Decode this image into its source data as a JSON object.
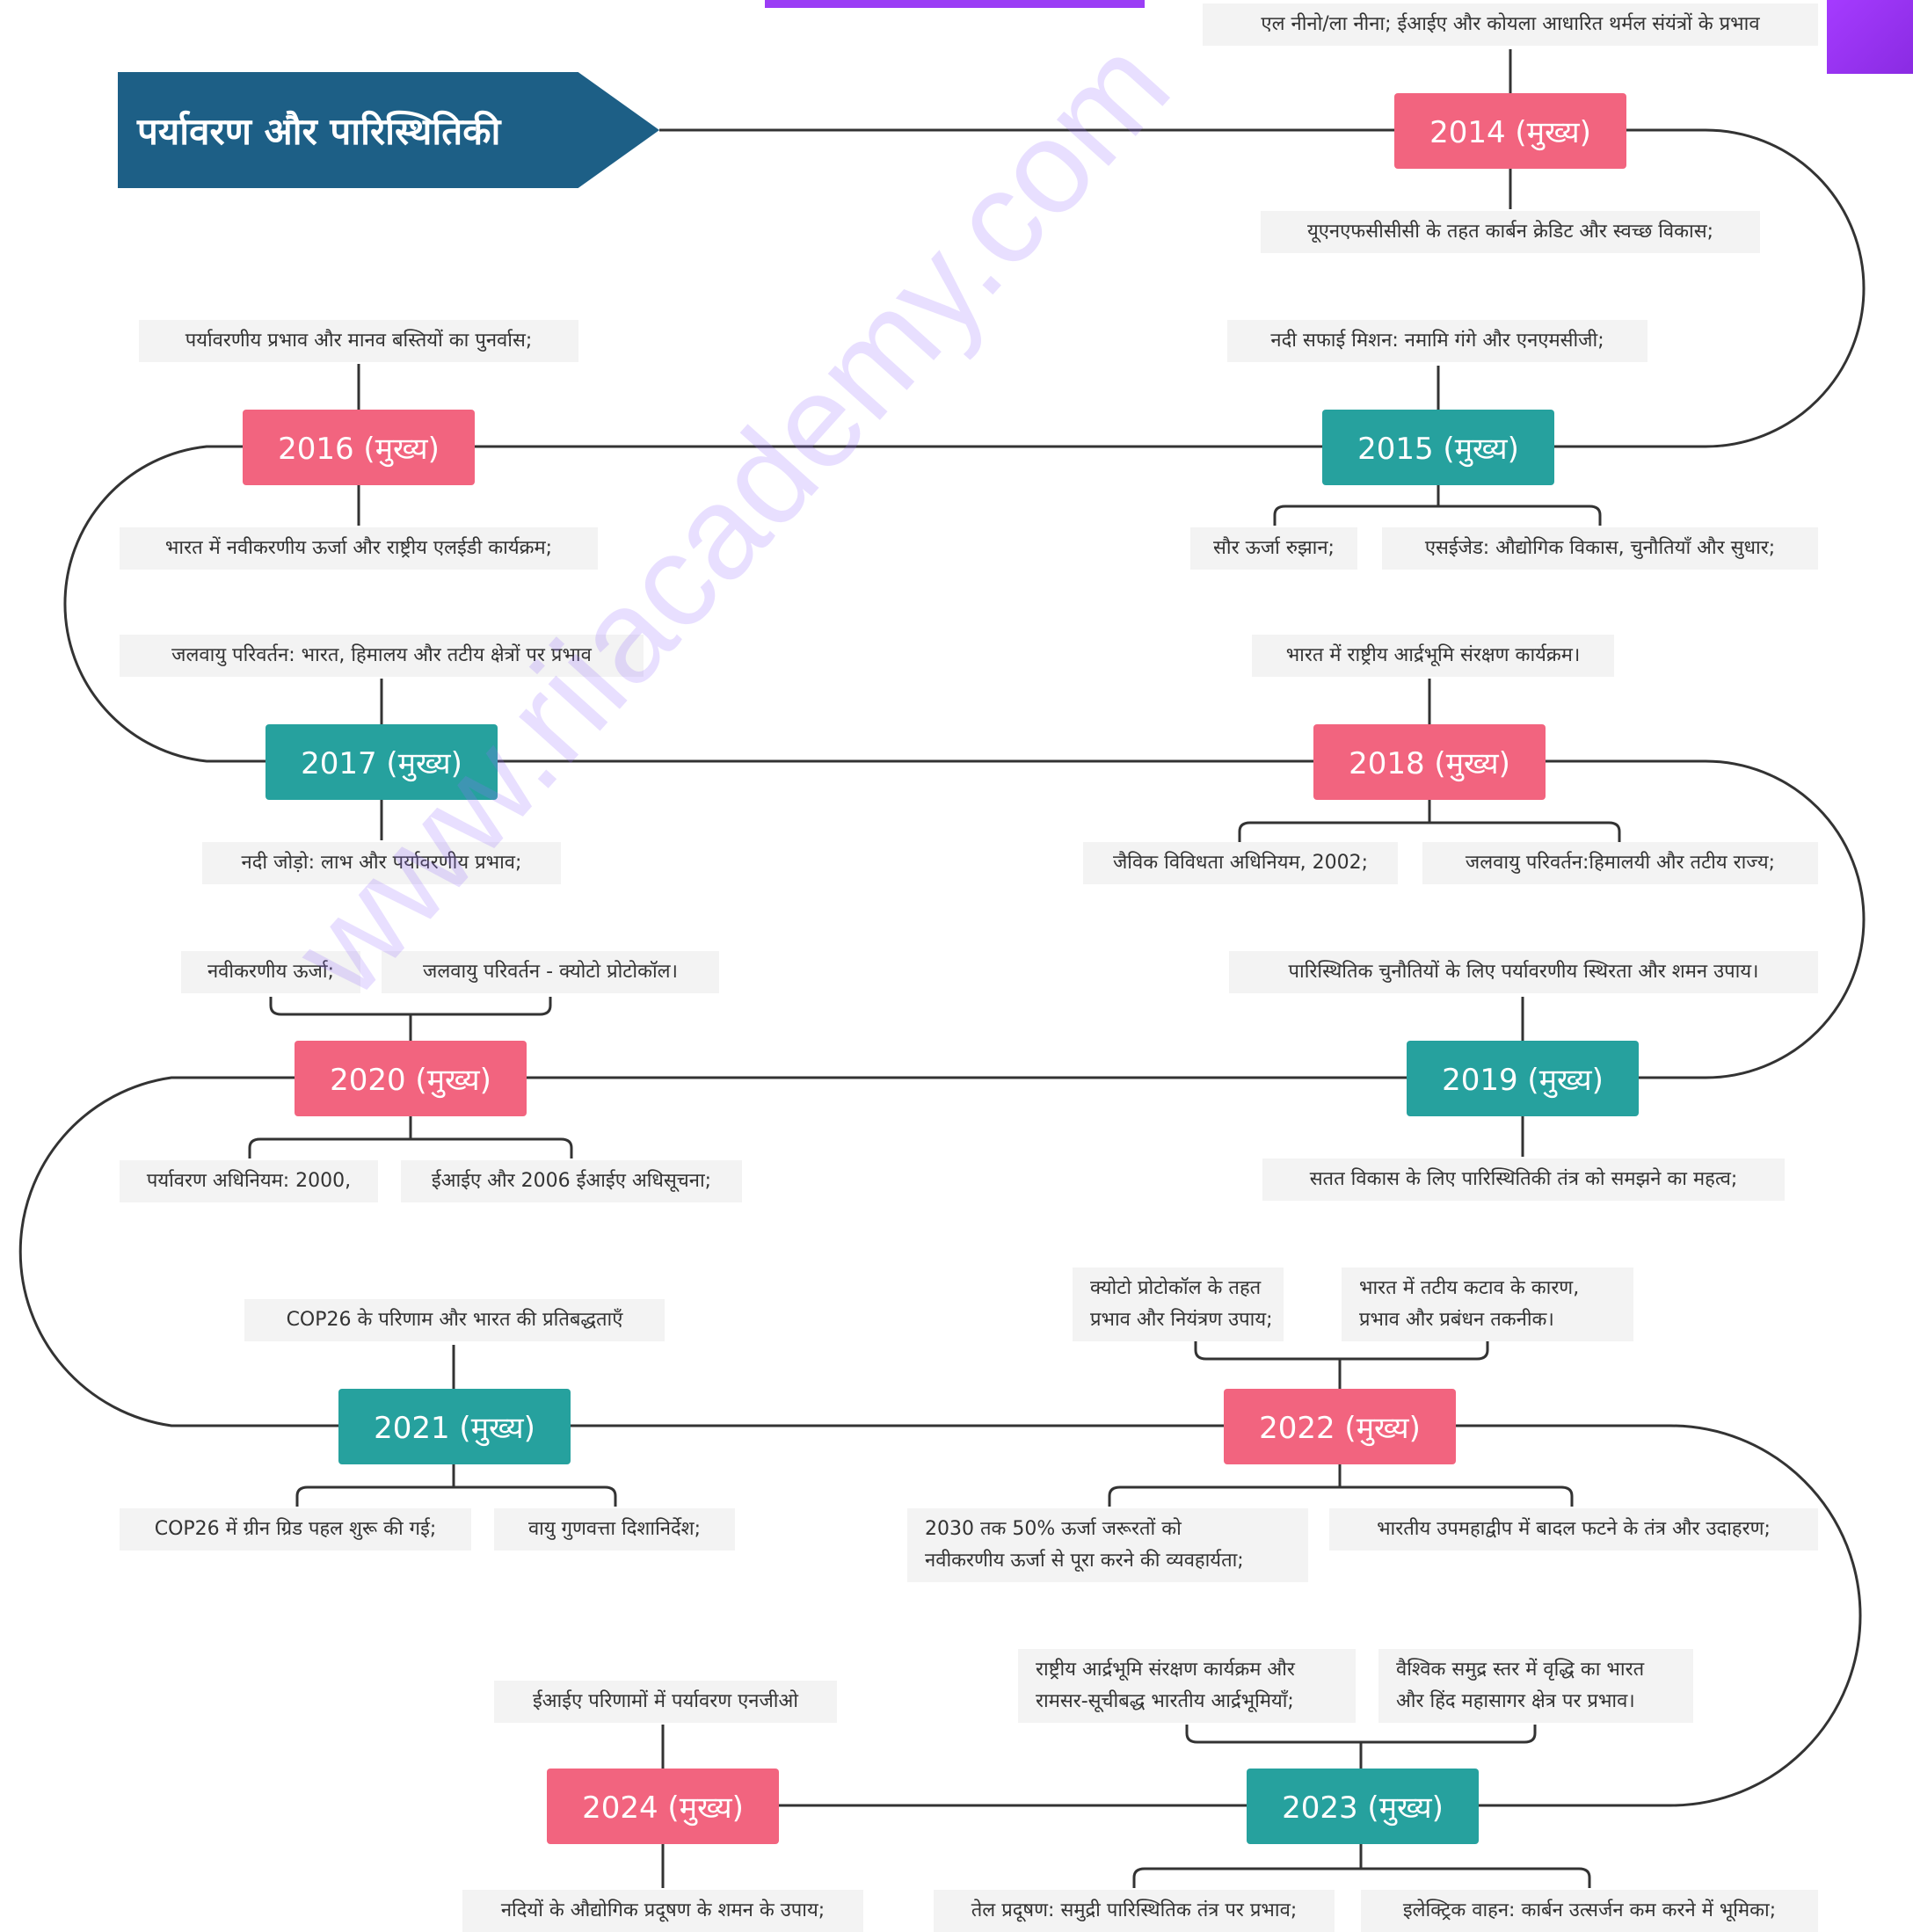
{
  "title": "पर्यावरण और पारिस्थितिकी",
  "watermark": "www.riiacademy.com",
  "colors": {
    "title_bg": "#1d5f86",
    "pink": "#f2647f",
    "teal": "#26a19e",
    "topic_bg": "#f3f3f3",
    "line": "#333333"
  },
  "years": {
    "y2014": "2014 (मुख्य)",
    "y2015": "2015 (मुख्य)",
    "y2016": "2016 (मुख्य)",
    "y2017": "2017 (मुख्य)",
    "y2018": "2018 (मुख्य)",
    "y2019": "2019 (मुख्य)",
    "y2020": "2020 (मुख्य)",
    "y2021": "2021 (मुख्य)",
    "y2022": "2022 (मुख्य)",
    "y2023": "2023 (मुख्य)",
    "y2024": "2024 (मुख्य)"
  },
  "topics": {
    "t2014a": "एल नीनो/ला नीना; ईआईए और कोयला आधारित थर्मल संयंत्रों के प्रभाव",
    "t2014b": "यूएनएफसीसीसी के तहत कार्बन क्रेडिट और स्वच्छ विकास;",
    "t2015a": "नदी सफाई मिशन: नमामि गंगे और एनएमसीजी;",
    "t2015b": "सौर ऊर्जा रुझान;",
    "t2015c": "एसईजेड: औद्योगिक विकास, चुनौतियाँ और सुधार;",
    "t2016a": "पर्यावरणीय प्रभाव और मानव बस्तियों का पुनर्वास;",
    "t2016b": "भारत में नवीकरणीय ऊर्जा और राष्ट्रीय एलईडी कार्यक्रम;",
    "t2017a": "जलवायु परिवर्तन: भारत, हिमालय और तटीय क्षेत्रों पर प्रभाव",
    "t2017b": "नदी जोड़ो: लाभ और पर्यावरणीय प्रभाव;",
    "t2018a": "भारत में राष्ट्रीय आर्द्रभूमि संरक्षण कार्यक्रम।",
    "t2018b": "जैविक विविधता अधिनियम, 2002;",
    "t2018c": "जलवायु परिवर्तन:हिमालयी और तटीय राज्य;",
    "t2019a": "पारिस्थितिक चुनौतियों के लिए पर्यावरणीय स्थिरता और शमन उपाय।",
    "t2019b": "सतत विकास के लिए पारिस्थितिकी तंत्र को समझने का महत्व;",
    "t2020a": "नवीकरणीय ऊर्जा;",
    "t2020b": "जलवायु परिवर्तन - क्योटो प्रोटोकॉल।",
    "t2020c": "पर्यावरण अधिनियम: 2000,",
    "t2020d": "ईआईए और 2006 ईआईए अधिसूचना;",
    "t2021a": "COP26 के परिणाम और भारत की प्रतिबद्धताएँ",
    "t2021b": "COP26 में ग्रीन ग्रिड पहल शुरू की गई;",
    "t2021c": "वायु गुणवत्ता दिशानिर्देश;",
    "t2022a1": "क्योटो प्रोटोकॉल के तहत",
    "t2022a2": "प्रभाव और नियंत्रण उपाय;",
    "t2022b1": "भारत में तटीय कटाव के कारण,",
    "t2022b2": "प्रभाव और प्रबंधन तकनीक।",
    "t2022c1": "2030 तक 50% ऊर्जा जरूरतों को",
    "t2022c2": "नवीकरणीय ऊर्जा से पूरा करने की व्यवहार्यता;",
    "t2022d": "भारतीय उपमहाद्वीप में बादल फटने के तंत्र और उदाहरण;",
    "t2023a1": "राष्ट्रीय आर्द्रभूमि संरक्षण कार्यक्रम और",
    "t2023a2": "रामसर-सूचीबद्ध भारतीय आर्द्रभूमियाँ;",
    "t2023b1": "वैश्विक समुद्र स्तर में वृद्धि का भारत",
    "t2023b2": "और हिंद महासागर क्षेत्र पर प्रभाव।",
    "t2023c": "तेल प्रदूषण: समुद्री पारिस्थितिक तंत्र पर प्रभाव;",
    "t2023d": "इलेक्ट्रिक वाहन: कार्बन उत्सर्जन कम करने में भूमिका;",
    "t2024a": "ईआईए परिणामों में पर्यावरण एनजीओ",
    "t2024b": "नदियों के औद्योगिक प्रदूषण के शमन के उपाय;"
  }
}
